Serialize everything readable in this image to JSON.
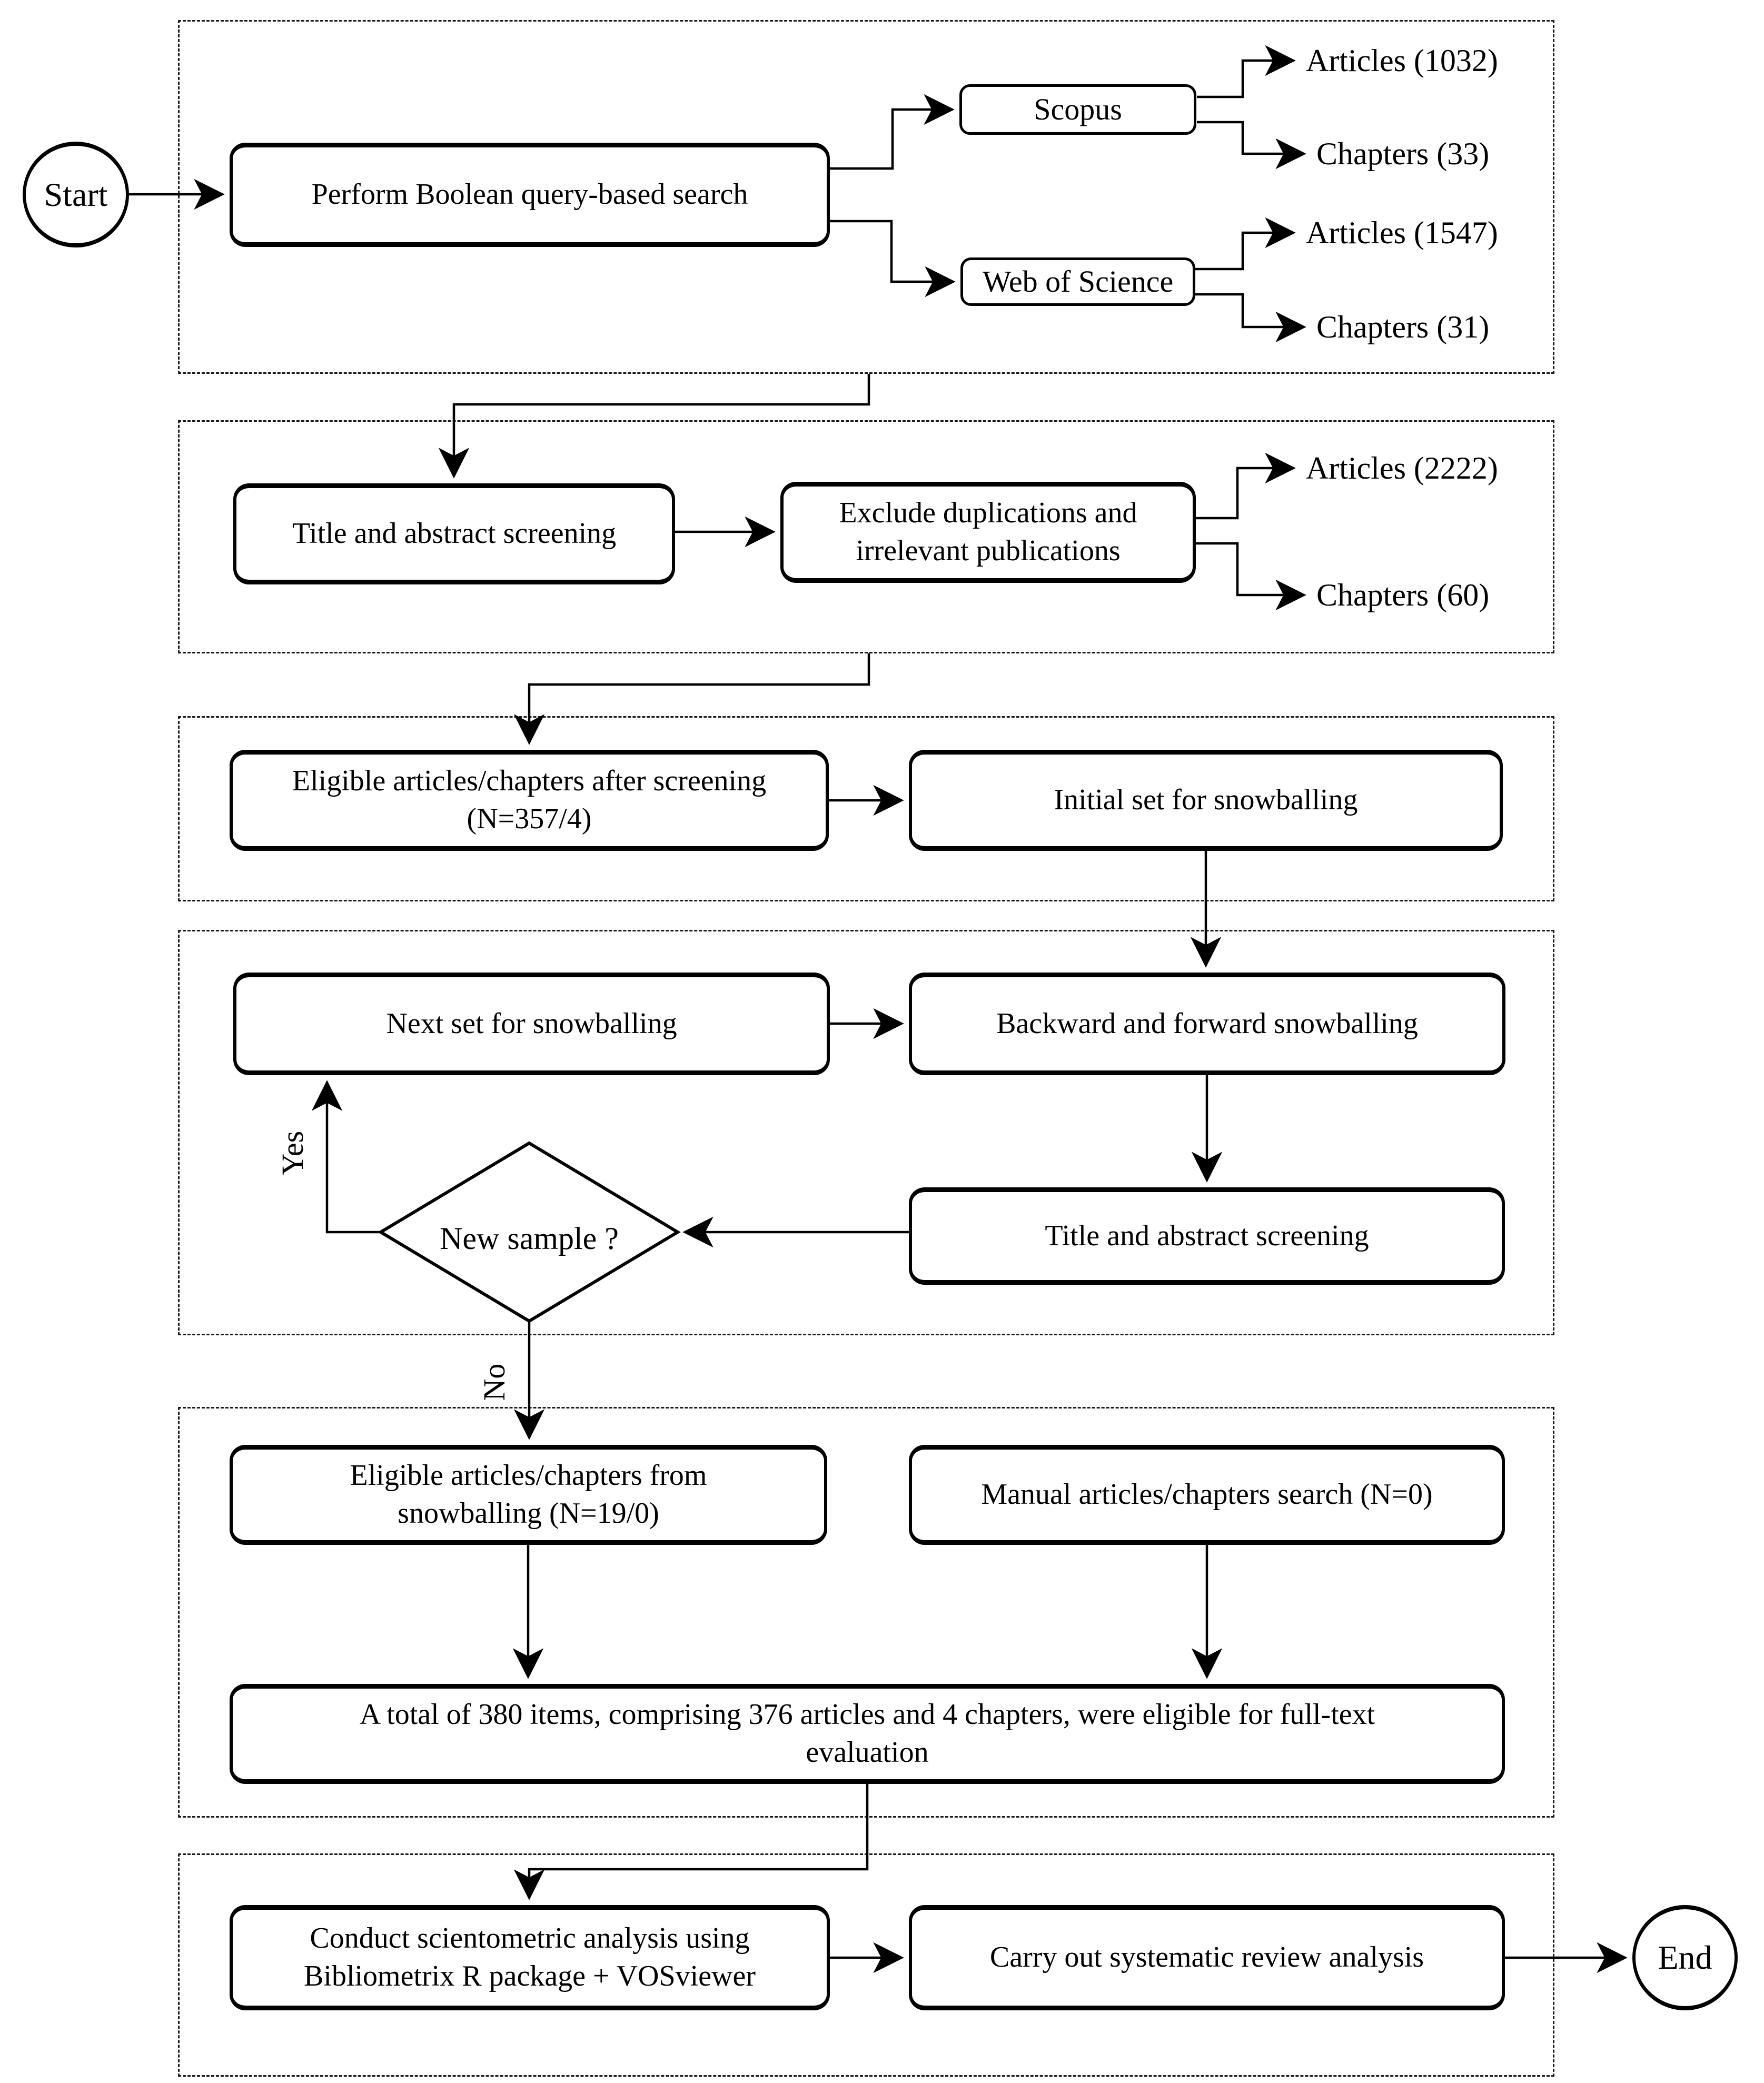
{
  "diagram": {
    "start_label": "Start",
    "end_label": "End",
    "nodes": {
      "boolean_search": "Perform Boolean query-based search",
      "scopus": "Scopus",
      "web_of_science": "Web of Science",
      "title_abstract_screening_1": "Title and abstract screening",
      "exclude_duplications": "Exclude duplications and\nirrelevant publications",
      "eligible_after_screening": "Eligible articles/chapters after screening\n(N=357/4)",
      "initial_set_snowballing": "Initial set for snowballing",
      "next_set_snowballing": "Next set for snowballing",
      "backward_forward_snowballing": "Backward and forward snowballing",
      "title_abstract_screening_2": "Title and abstract screening",
      "new_sample_decision": "New sample ?",
      "eligible_from_snowballing": "Eligible articles/chapters from\nsnowballing (N=19/0)",
      "manual_search": "Manual articles/chapters search (N=0)",
      "total_eligible": "A total of 380 items, comprising 376 articles and 4 chapters, were eligible for full-text\nevaluation",
      "scientometric_analysis": "Conduct scientometric analysis using\nBibliometrix R package + VOSviewer",
      "systematic_review": "Carry out systematic review analysis"
    },
    "outputs": {
      "scopus_articles": "Articles (1032)",
      "scopus_chapters": "Chapters (33)",
      "wos_articles": "Articles (1547)",
      "wos_chapters": "Chapters (31)",
      "dedup_articles": "Articles (2222)",
      "dedup_chapters": "Chapters (60)"
    },
    "decision_labels": {
      "yes": "Yes",
      "no": "No"
    },
    "colors": {
      "ink": "#000000",
      "background": "#ffffff"
    }
  }
}
